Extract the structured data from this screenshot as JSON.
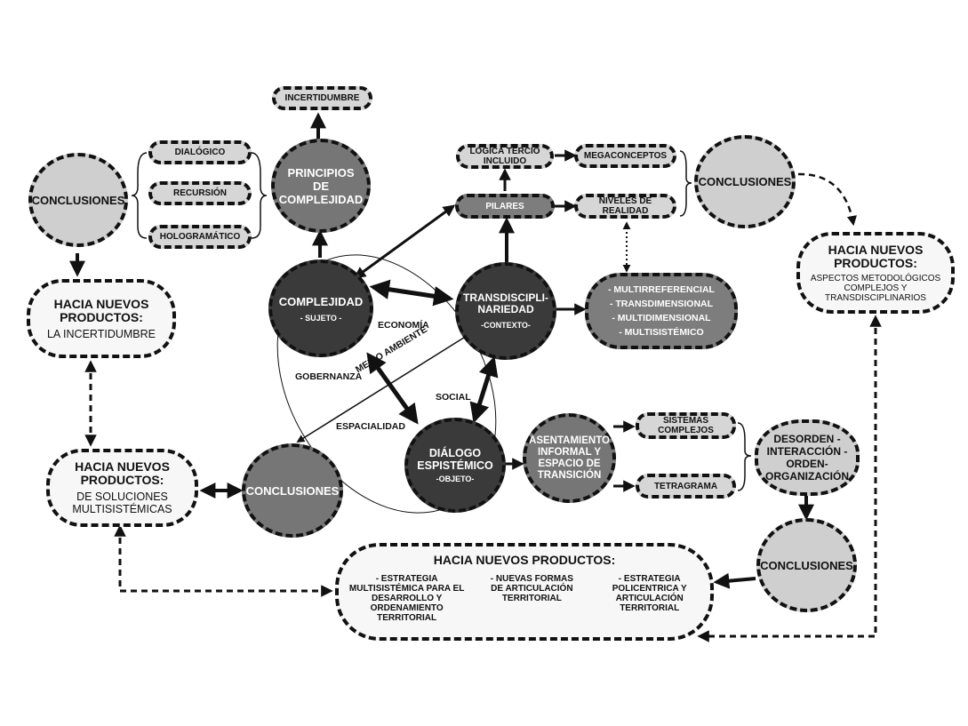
{
  "nodes": {
    "incertidumbre": "INCERTIDUMBRE",
    "dialogico": "DIALÓGICO",
    "recursion": "RECURSIÓN",
    "hologramatico": "HOLOGRAMÁTICO",
    "principios": "PRINCIPIOS DE COMPLEJIDAD",
    "conclusiones_top_left": "CONCLUSIONES",
    "logica": "LÓGICA TERCIO INCLUIDO",
    "megaconceptos": "MEGACONCEPTOS",
    "pilares": "PILARES",
    "niveles": "NIVELES DE REALIDAD",
    "conclusiones_top_right": "CONCLUSIONES",
    "complejidad": "COMPLEJIDAD",
    "complejidad_sub": "- SUJETO -",
    "transdisciplinariedad": "TRANSDISCIPLI-NARIEDAD",
    "transdisciplinariedad_sub": "-CONTEXTO-",
    "dialogo": "DIÁLOGO ESPISTÉMICO",
    "dialogo_sub": "-OBJETO-",
    "asentamiento": "ASENTAMIENTO INFORMAL Y ESPACIO DE TRANSICIÓN",
    "sistemas": "SISTEMAS COMPLEJOS",
    "tetragrama": "TETRAGRAMA",
    "desorden": "DESORDEN - INTERACCIÓN - ORDEN- ORGANIZACIÓN",
    "conclusiones_mid_left": "CONCLUSIONES",
    "conclusiones_bottom_right": "CONCLUSIONES",
    "multi_list": [
      "- MULTIRREFERENCIAL",
      "- TRANSDIMENSIONAL",
      "- MULTIDIMENSIONAL",
      "- MULTISISTÉMICO"
    ]
  },
  "products": {
    "incertidumbre_title": "HACIA NUEVOS PRODUCTOS:",
    "incertidumbre_sub": "LA INCERTIDUMBRE",
    "soluciones_title": "HACIA NUEVOS PRODUCTOS:",
    "soluciones_sub": "DE SOLUCIONES MULTISISTÉMICAS",
    "metodologicos_title": "HACIA NUEVOS PRODUCTOS:",
    "metodologicos_sub": "ASPECTOS METODOLÓGICOS COMPLEJOS Y TRANSDISCIPLINARIOS",
    "bottom_title": "HACIA NUEVOS PRODUCTOS:",
    "bottom_items": [
      "- ESTRATEGIA MULTISISTÉMICA PARA EL DESARROLLO Y ORDENAMIENTO TERRITORIAL",
      "- NUEVAS FORMAS DE ARTICULACIÓN TERRITORIAL",
      "- ESTRATEGIA POLICENTRICA Y ARTICULACIÓN TERRITORIAL"
    ]
  },
  "labels": {
    "economia": "ECONOMÍA",
    "gobernanza": "GOBERNANZA",
    "medio_ambiente": "MEDIO AMBIENTE",
    "social": "SOCIAL",
    "espacialidad": "ESPACIALIDAD"
  }
}
